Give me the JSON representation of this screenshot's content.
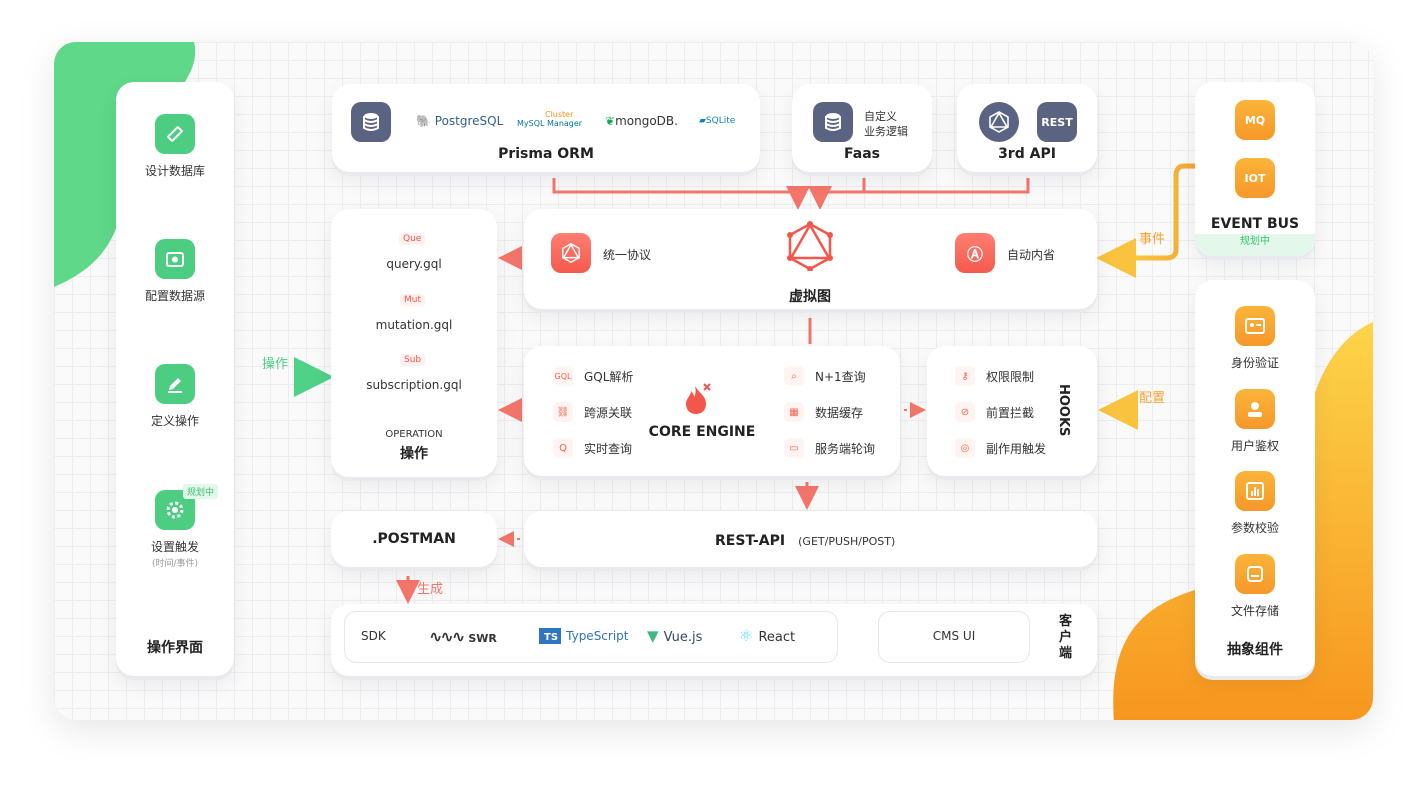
{
  "colors": {
    "accent_red": "#f4574a",
    "accent_orange": "#f7a230",
    "accent_green": "#4ccd82",
    "slate": "#5a6382"
  },
  "left_panel": {
    "title": "操作界面",
    "items": [
      {
        "label": "设计数据库",
        "icon": "ruler-pencil-icon"
      },
      {
        "label": "配置数据源",
        "icon": "database-config-icon"
      },
      {
        "label": "定义操作",
        "icon": "edit-icon"
      },
      {
        "label": "设置触发",
        "sub": "(时间/事件)",
        "icon": "gear-icon",
        "tag": "规划中"
      }
    ]
  },
  "arrow_operate": "操作",
  "prisma": {
    "title": "Prisma ORM",
    "logos": [
      "PostgreSQL",
      "MySQL",
      "Cluster Manager",
      "mongoDB.",
      "SQLite"
    ]
  },
  "faas": {
    "title": "Faas",
    "desc_line1": "自定义",
    "desc_line2": "业务逻辑"
  },
  "api3rd": {
    "title": "3rd API",
    "rest_label": "REST"
  },
  "operation": {
    "title_en": "OPERATION",
    "title_cn": "操作",
    "items": [
      {
        "tag": "Que",
        "label": "query.gql"
      },
      {
        "tag": "Mut",
        "label": "mutation.gql"
      },
      {
        "tag": "Sub",
        "label": "subscription.gql"
      }
    ]
  },
  "virtual_graph": {
    "title": "虚拟图",
    "left_label": "统一协议",
    "right_label": "自动内省"
  },
  "core_engine": {
    "title": "CORE ENGINE",
    "left_items": [
      {
        "icon_text": "GQL",
        "label": "GQL解析"
      },
      {
        "icon_text": "⛓",
        "label": "跨源关联"
      },
      {
        "icon_text": "Q",
        "label": "实时查询"
      }
    ],
    "right_items": [
      {
        "icon_text": "⌕",
        "label": "N+1查询"
      },
      {
        "icon_text": "▦",
        "label": "数据缓存"
      },
      {
        "icon_text": "▭",
        "label": "服务端轮询"
      }
    ]
  },
  "hooks": {
    "title": "HOOKS",
    "items": [
      {
        "icon_text": "⚷",
        "label": "权限限制"
      },
      {
        "icon_text": "⊘",
        "label": "前置拦截"
      },
      {
        "icon_text": "◎",
        "label": "副作用触发"
      }
    ]
  },
  "event_bus": {
    "title": "EVENT BUS",
    "status": "规划中",
    "items": [
      "MQ",
      "IOT"
    ]
  },
  "arrow_event": "事件",
  "arrow_config": "配置",
  "abstract_components": {
    "title": "抽象组件",
    "items": [
      {
        "label": "身份验证",
        "icon": "id-card-icon"
      },
      {
        "label": "用户鉴权",
        "icon": "user-icon"
      },
      {
        "label": "参数校验",
        "icon": "chart-icon"
      },
      {
        "label": "文件存储",
        "icon": "save-icon"
      }
    ]
  },
  "postman": {
    "title": ".POSTMAN"
  },
  "rest_api": {
    "title": "REST-API",
    "methods": "(GET/PUSH/POST)"
  },
  "arrow_generate": "生成",
  "client": {
    "title": "客户端",
    "sdk_label": "SDK",
    "sdks": [
      "SWR",
      "TypeScript",
      "Vue.js",
      "React"
    ],
    "cms": "CMS UI"
  }
}
